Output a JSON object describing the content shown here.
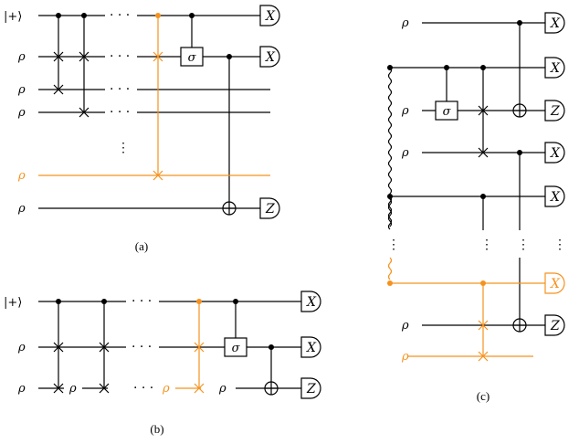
{
  "colors": {
    "wire": "#000000",
    "highlight": "#f5921e"
  },
  "labels": {
    "rho": "ρ",
    "plus": "|+⟩",
    "sigma": "σ",
    "x": "X",
    "z": "Z",
    "hdots": "· · ·",
    "vdots": "⋮"
  },
  "captions": {
    "a": "(a)",
    "b": "(b)",
    "c": "(c)"
  }
}
